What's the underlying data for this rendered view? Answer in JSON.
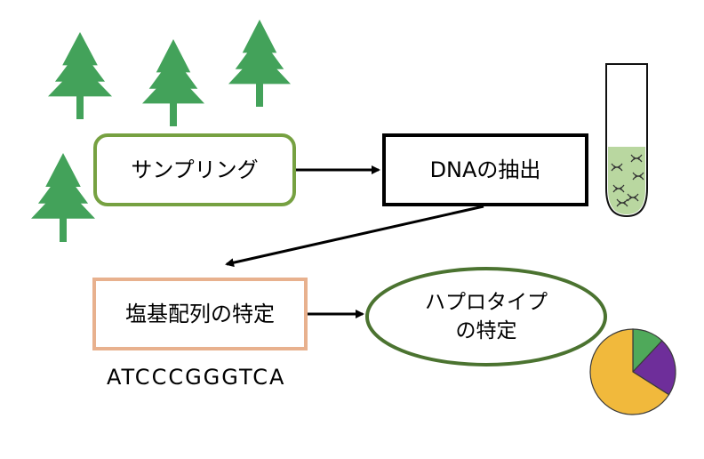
{
  "nodes": {
    "sampling": {
      "label": "サンプリング"
    },
    "dna_extraction": {
      "label": "DNAの抽出"
    },
    "sequencing": {
      "label": "塩基配列の特定"
    },
    "haplotype": {
      "line1": "ハプロタイプ",
      "line2": "の特定"
    }
  },
  "sequence_example": "ATCCCGGGTCA",
  "icons": [
    "tree-icon",
    "test-tube-icon",
    "dna-icon",
    "pie-chart-icon"
  ],
  "colors": {
    "tree": "#43a25a",
    "sampling_border": "#76a141",
    "dna_border": "#000000",
    "sequencing_border": "#e8b18e",
    "haplotype_border": "#4b7330",
    "tube_liquid": "#b9d7a0",
    "pie_yellow": "#f1b93c",
    "pie_purple": "#6e2e9a",
    "pie_green": "#4fa95a"
  },
  "pie_fractions": [
    {
      "color": "pie_green",
      "fraction": 0.12
    },
    {
      "color": "pie_purple",
      "fraction": 0.22
    },
    {
      "color": "pie_yellow",
      "fraction": 0.66
    }
  ]
}
